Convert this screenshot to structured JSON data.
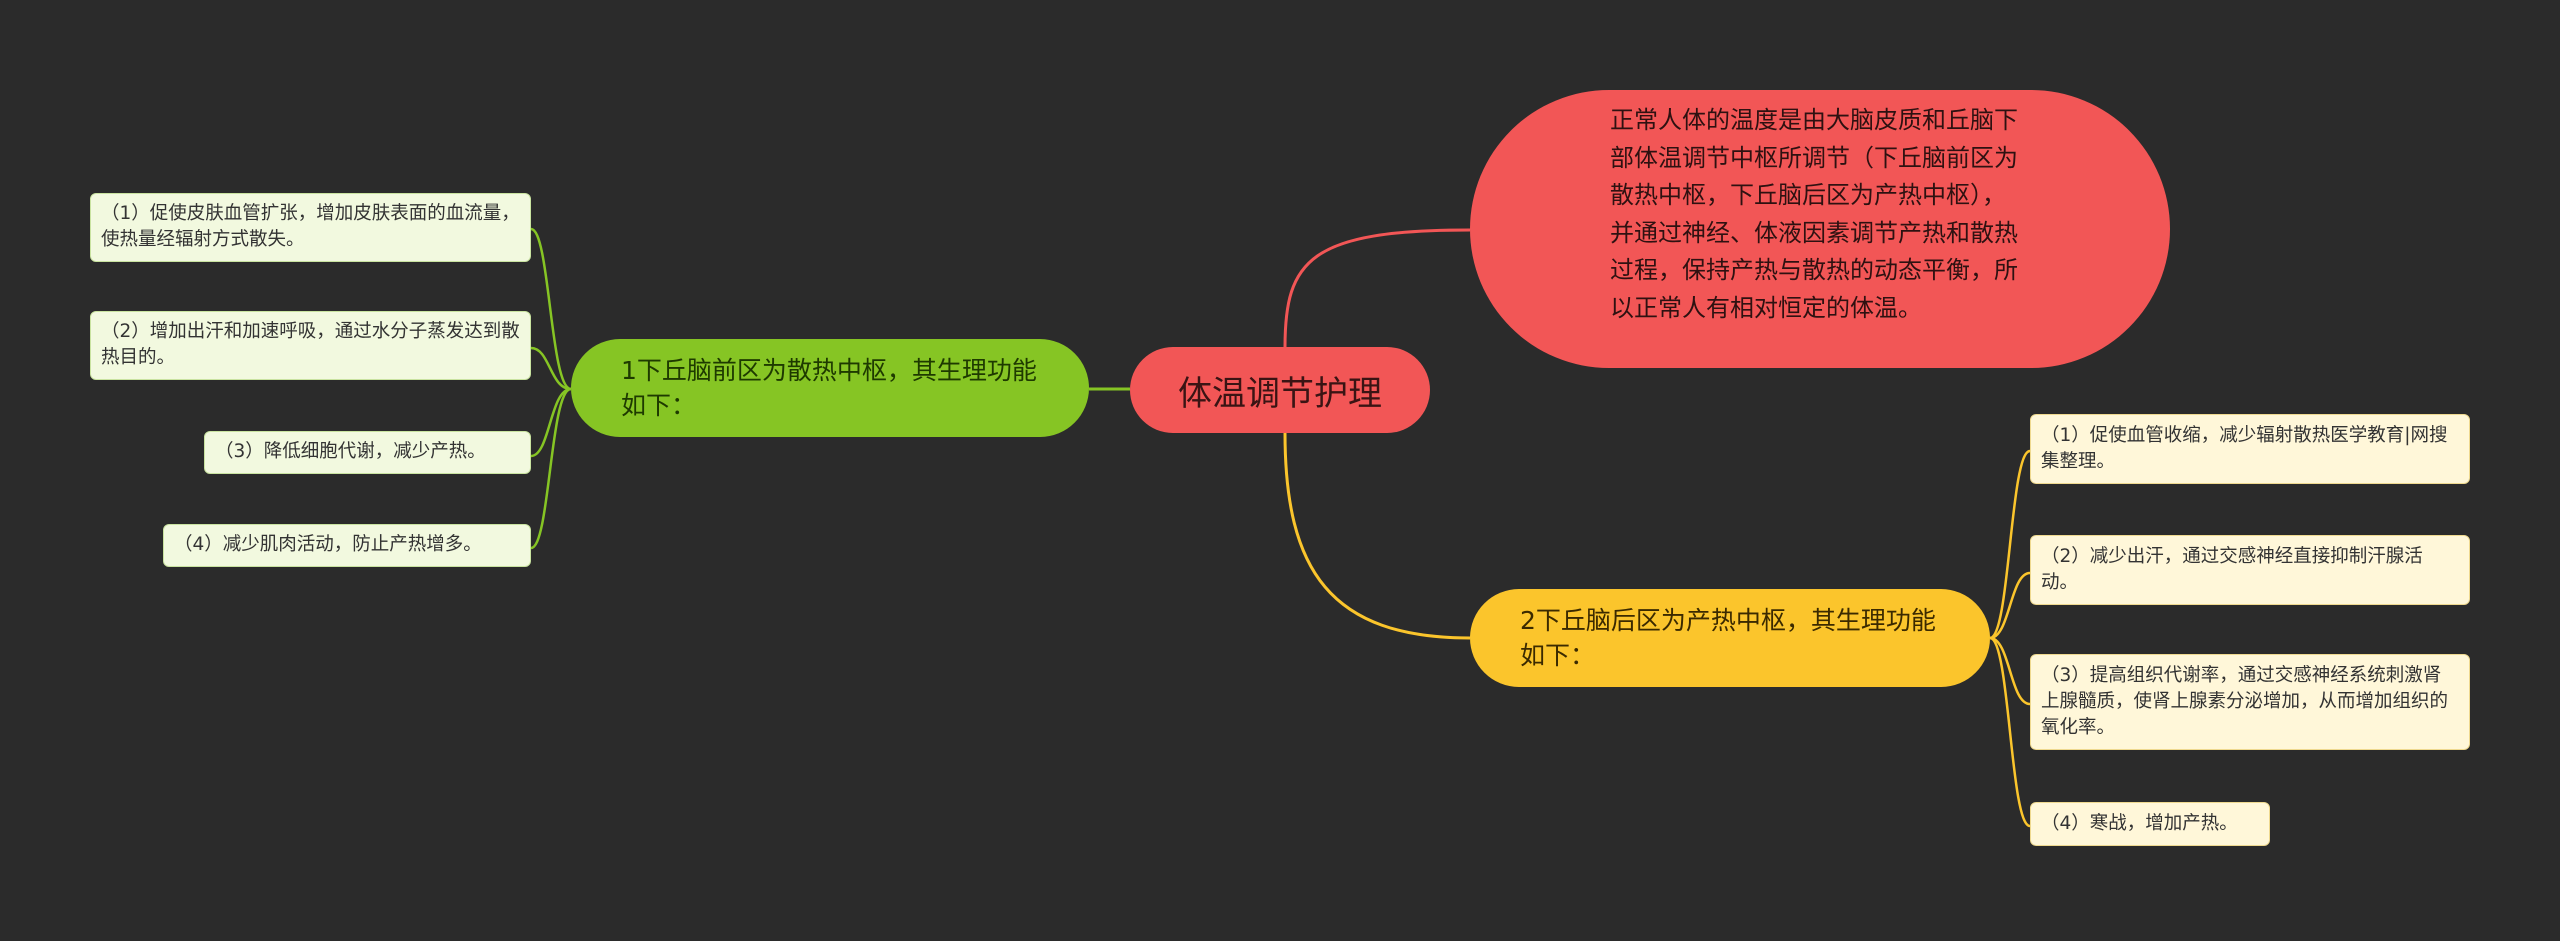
{
  "root": {
    "label": "体温调节护理"
  },
  "intro": {
    "text": "正常人体的温度是由大脑皮质和丘脑下部体温调节中枢所调节（下丘脑前区为散热中枢，下丘脑后区为产热中枢），并通过神经、体液因素调节产热和散热过程，保持产热与散热的动态平衡，所以正常人有相对恒定的体温。"
  },
  "branch1": {
    "title": "1下丘脑前区为散热中枢，其生理功能如下：",
    "items": [
      "（1）促使皮肤血管扩张，增加皮肤表面的血流量，使热量经辐射方式散失。",
      "（2）增加出汗和加速呼吸，通过水分子蒸发达到散热目的。",
      "（3）降低细胞代谢，减少产热。",
      "（4）减少肌肉活动，防止产热增多。"
    ]
  },
  "branch2": {
    "title": "2下丘脑后区为产热中枢，其生理功能如下：",
    "items": [
      "（1）促使血管收缩，减少辐射散热医学教育|网搜集整理。",
      "（2）减少出汗，通过交感神经直接抑制汗腺活动。",
      "（3）提高组织代谢率，通过交感神经系统刺激肾上腺髓质，使肾上腺素分泌增加，从而增加组织的氧化率。",
      "（4）寒战，增加产热。"
    ]
  },
  "colors": {
    "background": "#2b2b2b",
    "root": "#f25656",
    "branch1": "#86c524",
    "branch2": "#fbc52c"
  }
}
